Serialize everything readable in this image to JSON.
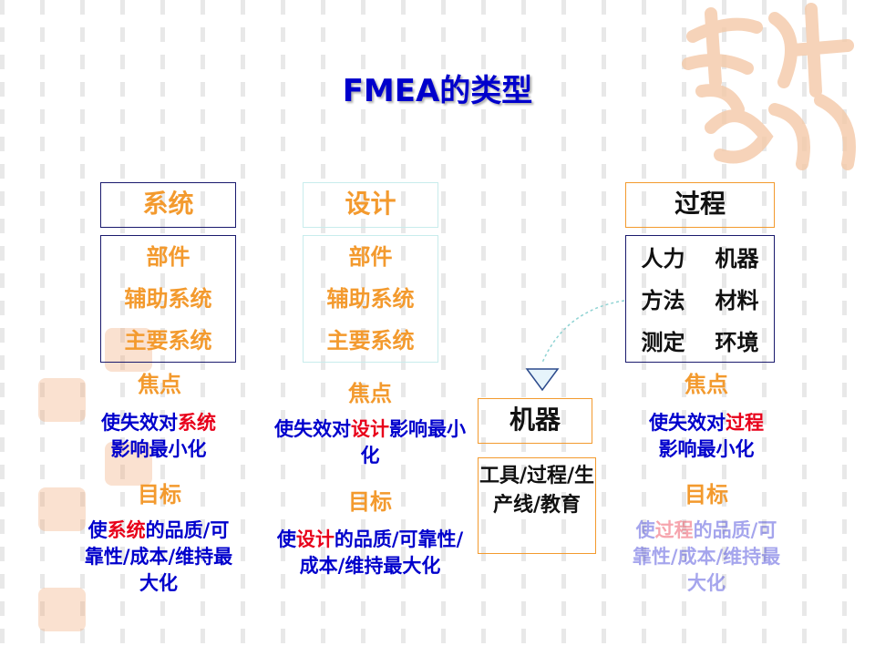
{
  "title": "FMEA的类型",
  "system": {
    "header": "系统",
    "items": [
      "部件",
      "辅助系统",
      "主要系统"
    ],
    "focus_label": "焦点",
    "focus_text": [
      "使失效对",
      "系统",
      "影响最小化"
    ],
    "goal_label": "目标",
    "goal_text": [
      "使",
      "系统",
      "的品质/可靠性/成本/维持最大化"
    ]
  },
  "design": {
    "header": "设计",
    "items": [
      "部件",
      "辅助系统",
      "主要系统"
    ],
    "focus_label": "焦点",
    "focus_text": [
      "使失效对",
      "设计",
      "影响最小化"
    ],
    "goal_label": "目标",
    "goal_text": [
      "使",
      "设计",
      "的品质/可靠性/成本/维持最大化"
    ]
  },
  "machine": {
    "header": "机器",
    "text": "工具/过程/生产线/教育"
  },
  "process": {
    "header": "过程",
    "items": [
      "人力",
      "机器",
      "方法",
      "材料",
      "测定",
      "环境"
    ],
    "focus_label": "焦点",
    "focus_text": [
      "使失效对",
      "过程",
      "影响最小化"
    ],
    "goal_label": "目标",
    "goal_text": [
      "使",
      "过程",
      "的品质/可靠性/成本/维持最大化"
    ]
  },
  "colors": {
    "title": "#0000cc",
    "orange": "#f39a2e",
    "red": "#e8001a",
    "navy_border": "#1a1a6e"
  }
}
